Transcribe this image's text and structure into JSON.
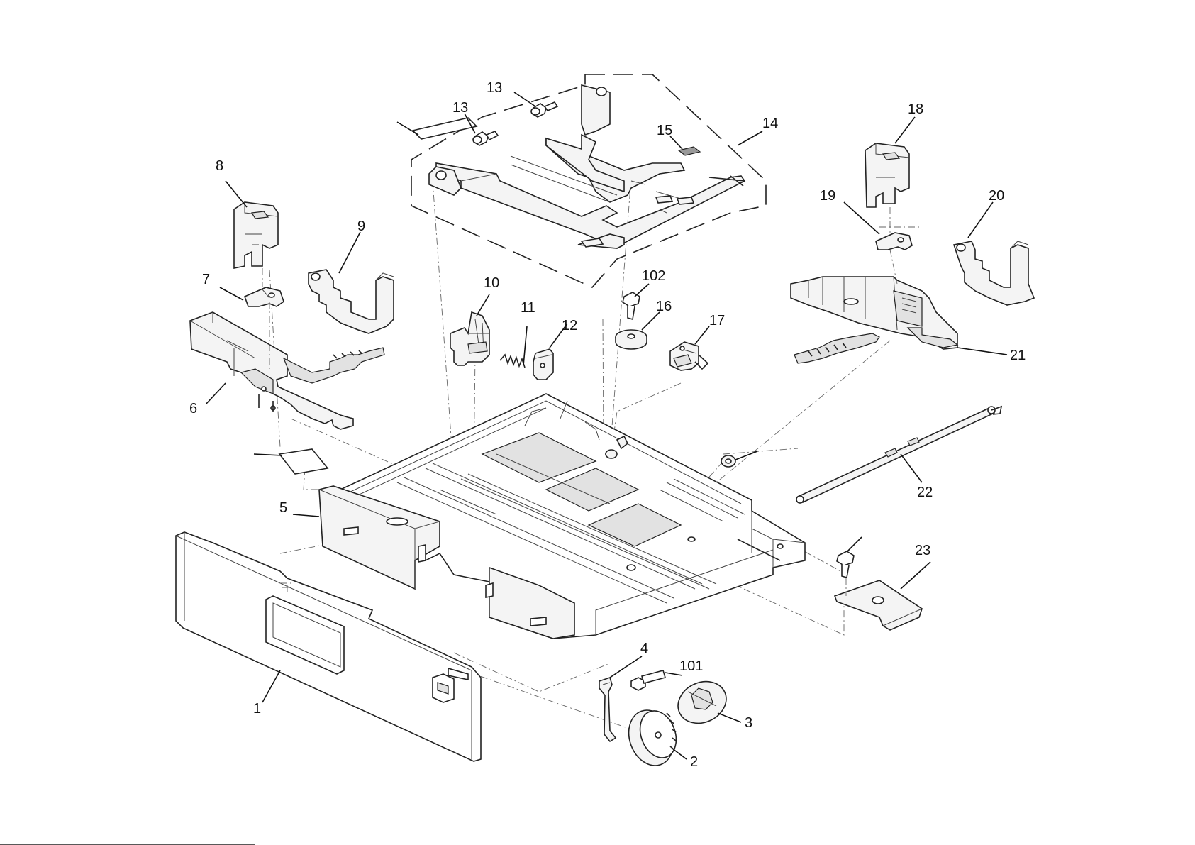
{
  "callouts": {
    "c1": "1",
    "c2": "2",
    "c3": "3",
    "c4": "4",
    "c5": "5",
    "c6": "6",
    "c7": "7",
    "c8": "8",
    "c9": "9",
    "c10": "10",
    "c11": "11",
    "c12": "12",
    "c13a": "13",
    "c13b": "13",
    "c14": "14",
    "c15": "15",
    "c16": "16",
    "c17": "17",
    "c18": "18",
    "c19": "19",
    "c20": "20",
    "c21": "21",
    "c22": "22",
    "c23": "23",
    "c101": "101",
    "c102": "102"
  },
  "colors": {
    "line": "#222222",
    "part_fill": "#f4f4f4",
    "highlight_fill": "#d8d8d8"
  }
}
